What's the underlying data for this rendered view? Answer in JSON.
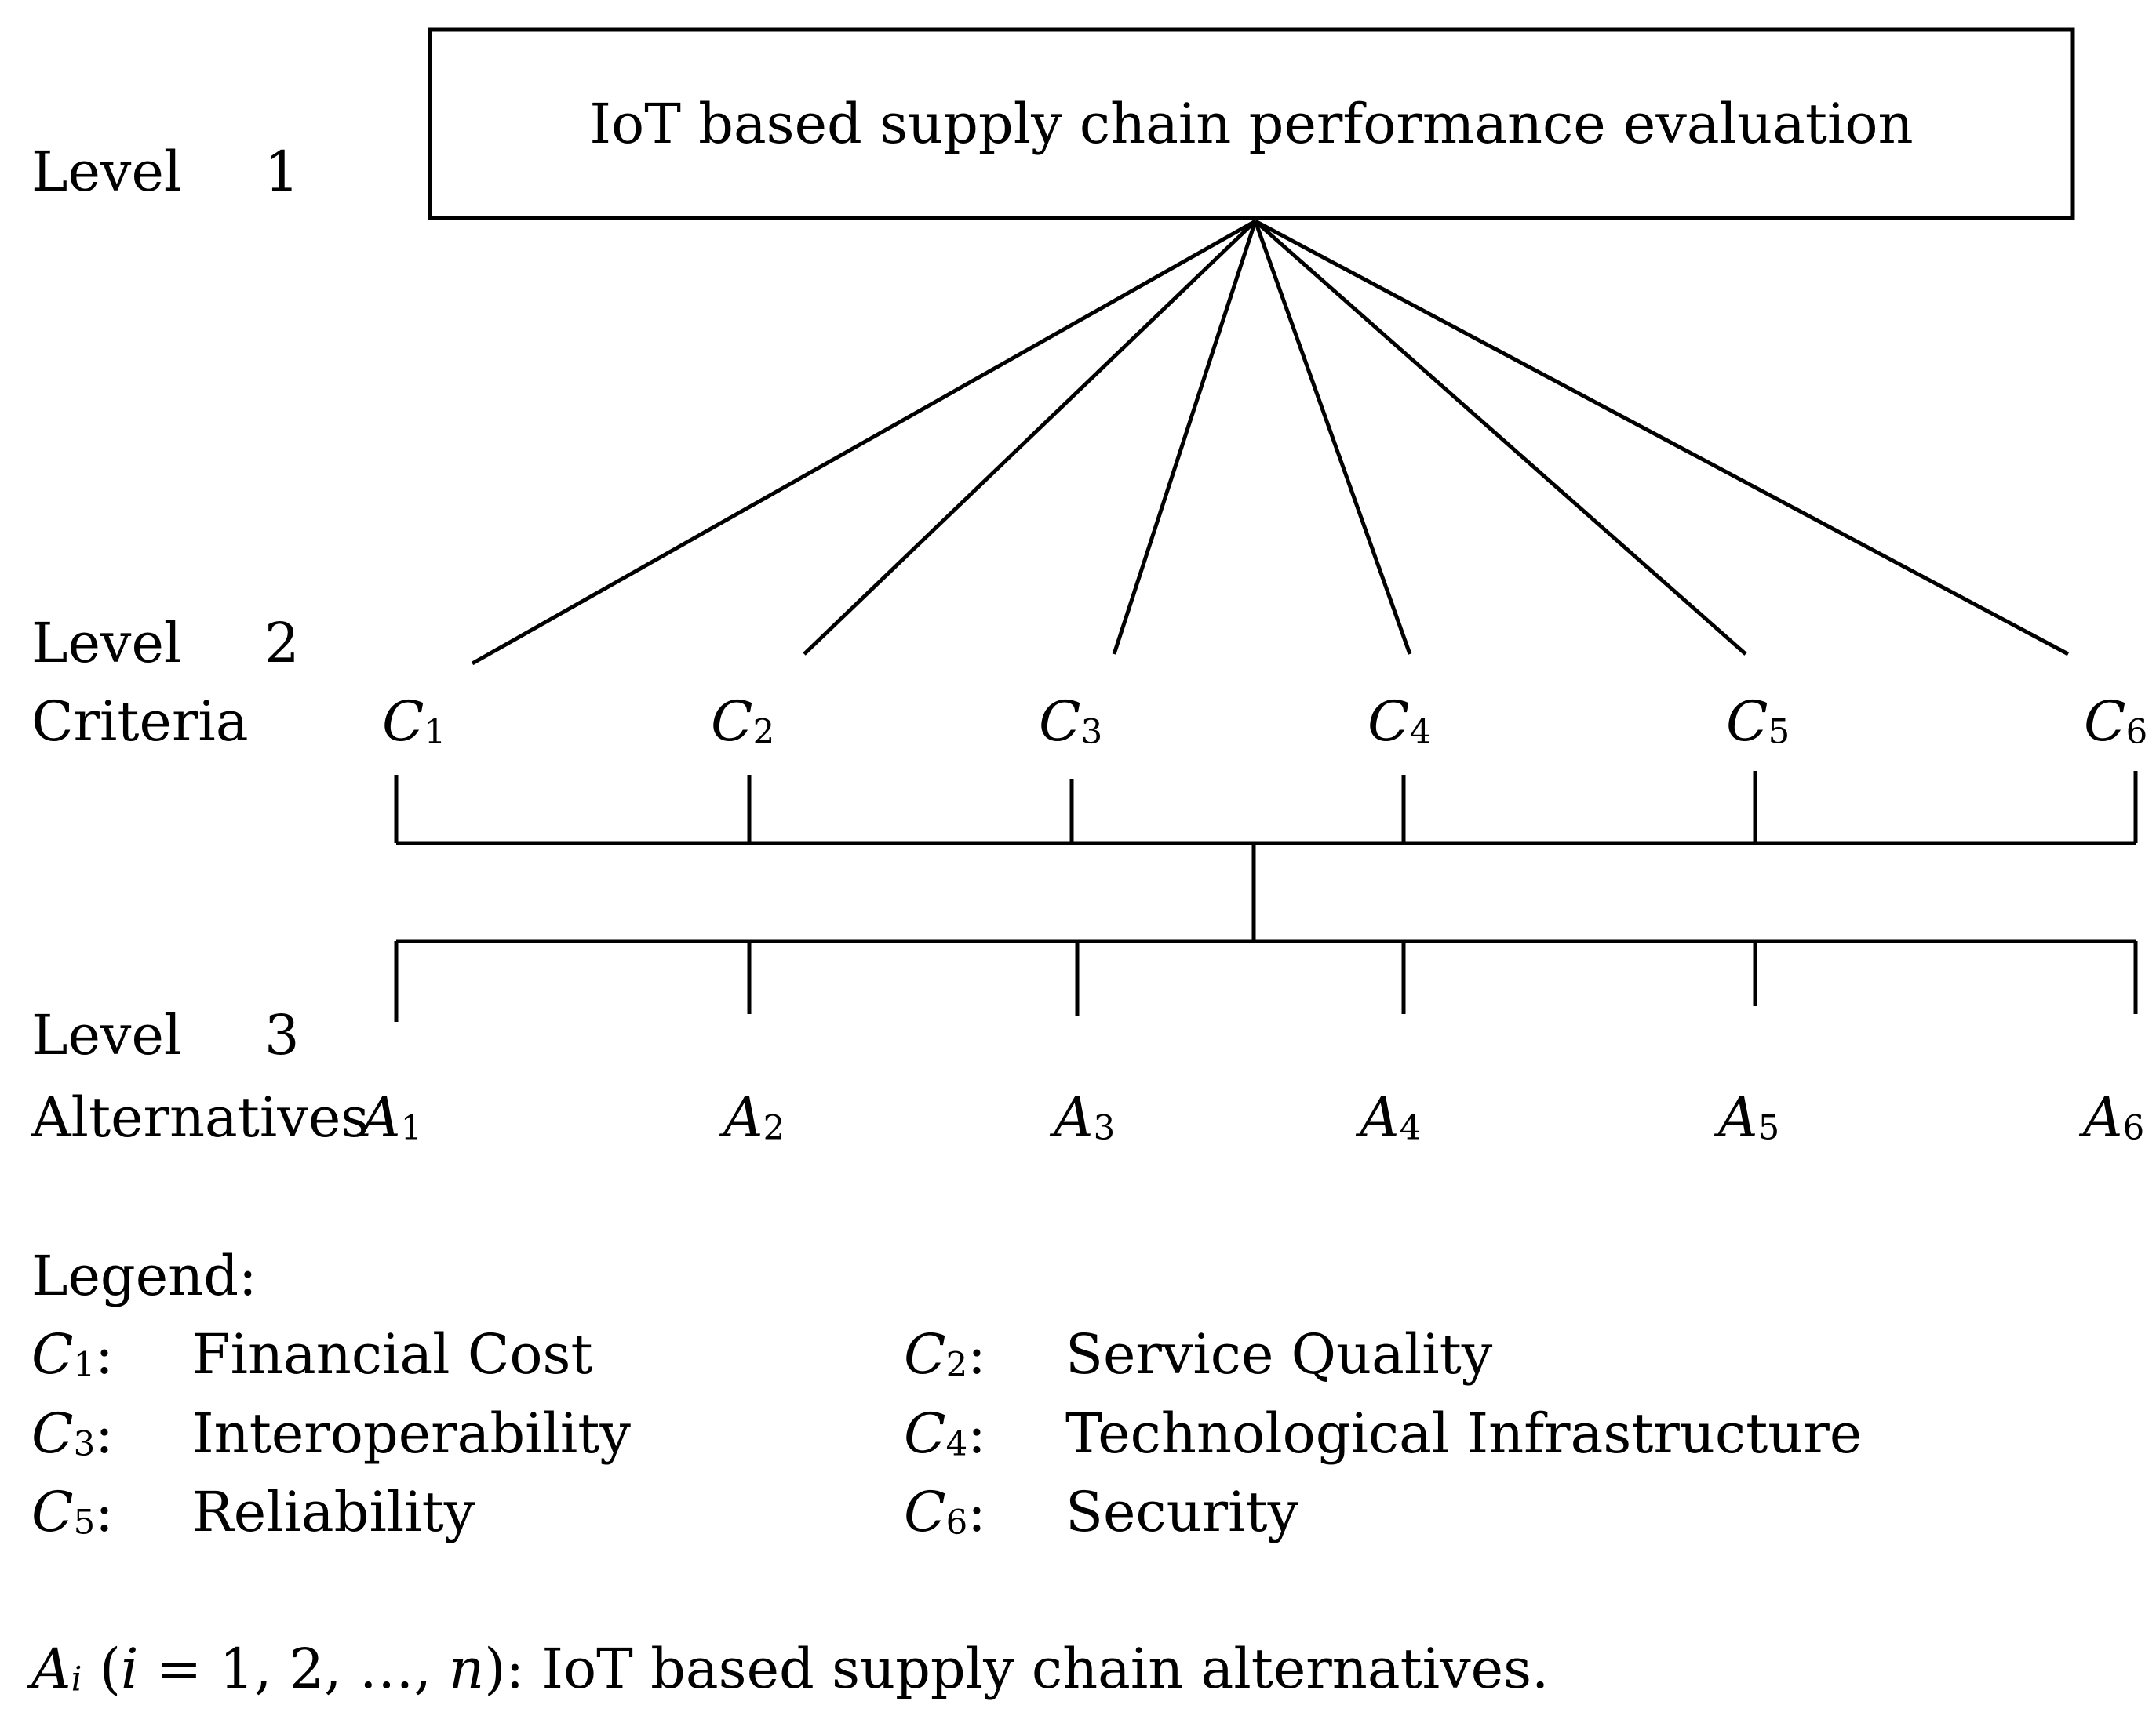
{
  "levels": [
    {
      "label": "Level",
      "number": "1"
    },
    {
      "label": "Level",
      "number": "2",
      "sublabel": "Criteria"
    },
    {
      "label": "Level",
      "number": "3",
      "sublabel": "Alternatives"
    }
  ],
  "goal": "IoT based supply chain performance evaluation",
  "criteria": [
    {
      "letter": "C",
      "index": "1"
    },
    {
      "letter": "C",
      "index": "2"
    },
    {
      "letter": "C",
      "index": "3"
    },
    {
      "letter": "C",
      "index": "4"
    },
    {
      "letter": "C",
      "index": "5"
    },
    {
      "letter": "C",
      "index": "6"
    }
  ],
  "alternatives": [
    {
      "letter": "A",
      "index": "1"
    },
    {
      "letter": "A",
      "index": "2"
    },
    {
      "letter": "A",
      "index": "3"
    },
    {
      "letter": "A",
      "index": "4"
    },
    {
      "letter": "A",
      "index": "5"
    },
    {
      "letter": "A",
      "index": "6"
    }
  ],
  "legend": {
    "title": "Legend:",
    "items": [
      {
        "letter": "C",
        "index": "1",
        "sep": ":",
        "text": "Financial Cost"
      },
      {
        "letter": "C",
        "index": "2",
        "sep": ":",
        "text": "Service Quality"
      },
      {
        "letter": "C",
        "index": "3",
        "sep": ":",
        "text": "Interoperability"
      },
      {
        "letter": "C",
        "index": "4",
        "sep": ":",
        "text": "Technological Infrastructure"
      },
      {
        "letter": "C",
        "index": "5",
        "sep": ":",
        "text": "Reliability"
      },
      {
        "letter": "C",
        "index": "6",
        "sep": ":",
        "text": "Security"
      }
    ],
    "footnote": {
      "letter": "A",
      "sub": "i",
      "open": " (",
      "var": "i",
      "eq": " = 1, 2, …, ",
      "n": "n",
      "close": "): IoT based supply chain alternatives."
    }
  }
}
